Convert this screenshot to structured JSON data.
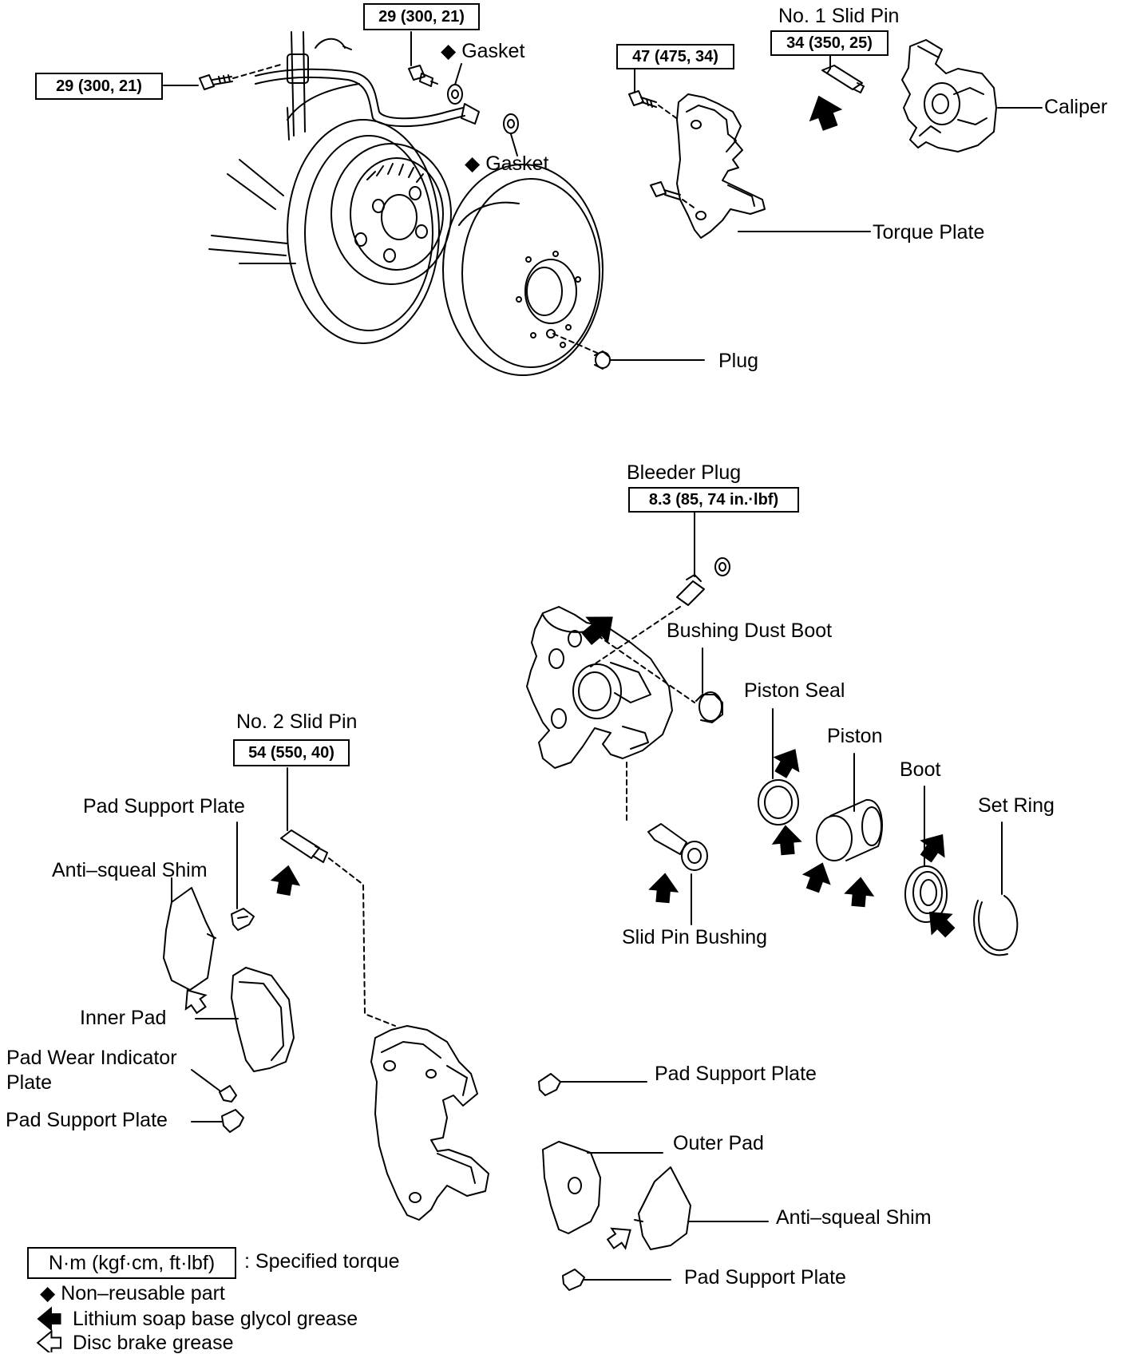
{
  "torque_specs": {
    "hose_bracket_bolt": "29 (300, 21)",
    "union_bolt": "29 (300, 21)",
    "torque_plate_bolt": "47 (475, 34)",
    "slide_pin_no1": "34 (350, 25)",
    "bleeder_plug": "8.3 (85, 74 in.·lbf)",
    "slide_pin_no2": "54 (550, 40)"
  },
  "labels": {
    "gasket_top": "Gasket",
    "gasket_bottom": "Gasket",
    "no1_slide_pin": "No. 1 Slid Pin",
    "caliper": "Caliper",
    "torque_plate": "Torque Plate",
    "plug": "Plug",
    "bleeder_plug": "Bleeder Plug",
    "bushing_dust_boot": "Bushing Dust Boot",
    "piston_seal": "Piston Seal",
    "piston": "Piston",
    "boot": "Boot",
    "set_ring": "Set Ring",
    "slide_pin_bushing": "Slid Pin Bushing",
    "no2_slide_pin": "No. 2 Slid Pin",
    "pad_support_plate_upper_left": "Pad Support Plate",
    "anti_squeal_shim_left": "Anti–squeal Shim",
    "inner_pad": "Inner Pad",
    "pad_wear_indicator_plate": "Pad Wear Indicator Plate",
    "pad_support_plate_lower_left": "Pad Support Plate",
    "pad_support_plate_right_upper": "Pad Support Plate",
    "outer_pad": "Outer Pad",
    "anti_squeal_shim_right": "Anti–squeal Shim",
    "pad_support_plate_right_lower": "Pad Support Plate"
  },
  "legend": {
    "unit_box": "N·m (kgf·cm, ft·lbf)",
    "unit_desc": ": Specified torque",
    "non_reusable_symbol": "◆",
    "non_reusable": "Non–reusable part",
    "lithium_grease": "Lithium soap base glycol grease",
    "disc_brake_grease": "Disc brake grease"
  },
  "icons": {
    "non_reusable": "diamond-icon",
    "lithium_grease": "filled-arrow-icon",
    "disc_brake_grease": "outline-arrow-icon"
  }
}
